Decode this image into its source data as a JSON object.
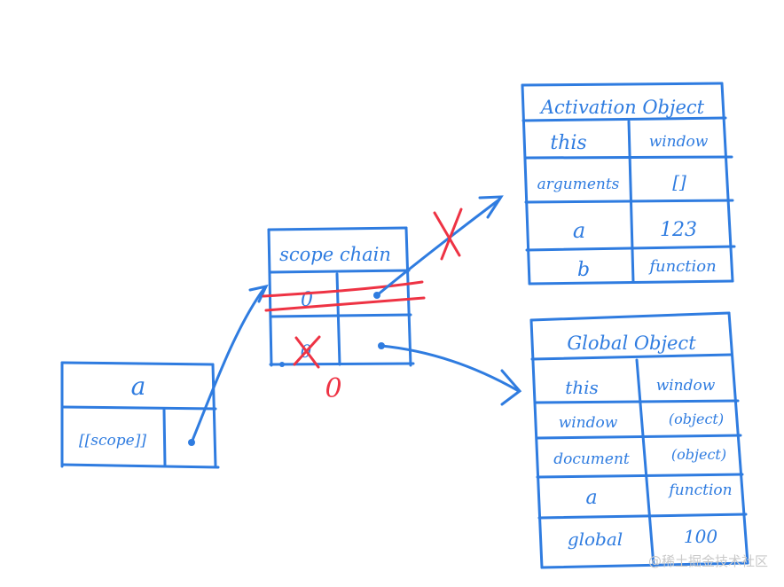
{
  "colors": {
    "ink_blue": "#2f7ce0",
    "ink_red": "#ee3344",
    "background": "#ffffff",
    "watermark": "#c9c9c9"
  },
  "function_a": {
    "name": "a",
    "slot_label": "[[scope]]"
  },
  "scope_chain": {
    "title": "scope chain",
    "slot0_index": "0",
    "slot1_marker": "0",
    "slot1_marker_struck": true,
    "outer_marker": "0",
    "slot0_struck": true
  },
  "activation_object": {
    "title": "Activation Object",
    "rows": [
      {
        "key": "this",
        "value": "window"
      },
      {
        "key": "arguments",
        "value": "[]"
      },
      {
        "key": "a",
        "value": "123"
      },
      {
        "key": "b",
        "value": "function"
      }
    ],
    "link_crossed": true
  },
  "global_object": {
    "title": "Global Object",
    "rows": [
      {
        "key": "this",
        "value": "window"
      },
      {
        "key": "window",
        "value": "(object)"
      },
      {
        "key": "document",
        "value": "(object)"
      },
      {
        "key": "a",
        "value": "function"
      },
      {
        "key": "global",
        "value": "100"
      }
    ]
  },
  "watermark": "@稀土掘金技术社区"
}
